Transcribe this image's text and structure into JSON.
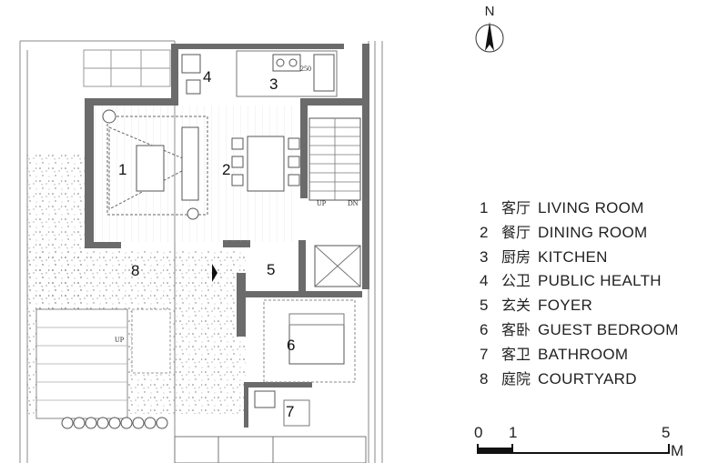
{
  "compass": {
    "north_label": "N"
  },
  "rooms": [
    {
      "num": "1",
      "cn": "客厅",
      "en": "LIVING ROOM"
    },
    {
      "num": "2",
      "cn": "餐厅",
      "en": "DINING ROOM"
    },
    {
      "num": "3",
      "cn": "厨房",
      "en": "KITCHEN"
    },
    {
      "num": "4",
      "cn": "公卫",
      "en": "PUBLIC HEALTH"
    },
    {
      "num": "5",
      "cn": "玄关",
      "en": "FOYER"
    },
    {
      "num": "6",
      "cn": "客卧",
      "en": "GUEST BEDROOM"
    },
    {
      "num": "7",
      "cn": "客卫",
      "en": "BATHROOM"
    },
    {
      "num": "8",
      "cn": "庭院",
      "en": "COURTYARD"
    }
  ],
  "stairs": {
    "up": "UP",
    "down": "DN"
  },
  "courtyard_step": "UP",
  "kitchen_dim": "250",
  "scale_bar": {
    "ticks": [
      "0",
      "1",
      "5"
    ],
    "unit": "M"
  },
  "colors": {
    "wall": "#6b6b6b",
    "line": "#555555",
    "hatch": "#999999"
  }
}
